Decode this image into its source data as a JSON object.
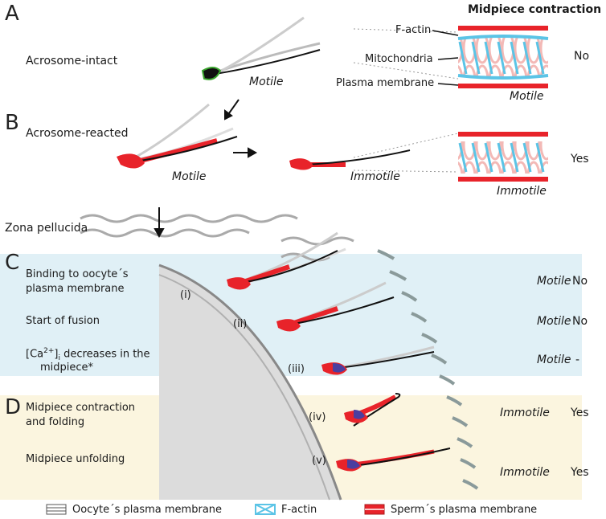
{
  "header": {
    "title": "Midpiece contraction"
  },
  "panels": {
    "a": {
      "letter": "A",
      "state": "Acrosome-intact",
      "motility": "Motile",
      "contraction": "No",
      "labels": {
        "factin": "F-actin",
        "mito": "Mitochondria",
        "pm": "Plasma membrane"
      },
      "inset_motility": "Motile"
    },
    "b": {
      "letter": "B",
      "state": "Acrosome-reacted",
      "motility_left": "Motile",
      "motility_right": "Immotile",
      "inset_motility": "Immotile",
      "contraction": "Yes"
    },
    "zona": "Zona pellucida",
    "c": {
      "letter": "C",
      "rows": [
        {
          "label_line1": "Binding to oocyte´s",
          "label_line2": "plasma membrane",
          "roman": "(i)",
          "motility": "Motile",
          "contraction": "No"
        },
        {
          "label_line1": "Start of fusion",
          "label_line2": "",
          "roman": "(ii)",
          "motility": "Motile",
          "contraction": "No"
        },
        {
          "label_prefix": "[Ca",
          "label_sup": "2+",
          "label_post": "]",
          "label_sub": "i",
          "label_rest": " decreases in the",
          "label_line2": "midpiece*",
          "roman": "(iii)",
          "motility": "Motile",
          "contraction": "-"
        }
      ]
    },
    "d": {
      "letter": "D",
      "rows": [
        {
          "label_line1": "Midpiece contraction",
          "label_line2": "and folding",
          "roman": "(iv)",
          "motility": "Immotile",
          "contraction": "Yes"
        },
        {
          "label_line1": "Midpiece unfolding",
          "label_line2": "",
          "roman": "(v)",
          "motility": "Immotile",
          "contraction": "Yes"
        }
      ]
    }
  },
  "legend": {
    "oocyte": "Oocyte´s plasma membrane",
    "factin": "F-actin",
    "sperm": "Sperm´s plasma membrane"
  },
  "colors": {
    "red": "#e8232a",
    "blue": "#5bc4e6",
    "black": "#111111",
    "gray": "#8c8c8c",
    "band_c": "#e0f0f6",
    "band_d": "#fbf5df",
    "green": "#3aa52e"
  }
}
